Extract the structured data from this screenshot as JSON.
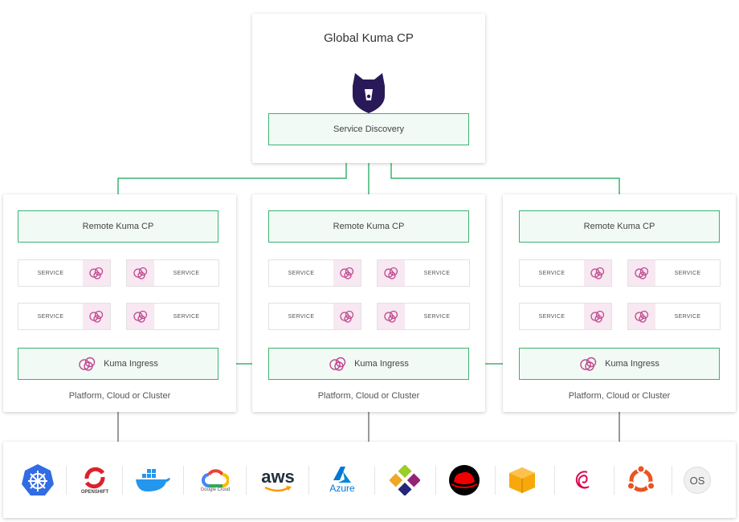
{
  "global": {
    "title": "Global Kuma CP",
    "service_discovery": "Service Discovery"
  },
  "zones": [
    {
      "remote_cp": "Remote Kuma CP",
      "services": [
        "SERVICE",
        "SERVICE",
        "SERVICE",
        "SERVICE"
      ],
      "ingress": "Kuma Ingress",
      "footer": "Platform, Cloud or Cluster"
    },
    {
      "remote_cp": "Remote Kuma CP",
      "services": [
        "SERVICE",
        "SERVICE",
        "SERVICE",
        "SERVICE"
      ],
      "ingress": "Kuma Ingress",
      "footer": "Platform, Cloud or Cluster"
    },
    {
      "remote_cp": "Remote Kuma CP",
      "services": [
        "SERVICE",
        "SERVICE",
        "SERVICE",
        "SERVICE"
      ],
      "ingress": "Kuma Ingress",
      "footer": "Platform, Cloud or Cluster"
    }
  ],
  "platforms": [
    {
      "icon": "kubernetes-icon"
    },
    {
      "icon": "openshift-icon",
      "label": "OPENSHIFT"
    },
    {
      "icon": "docker-icon"
    },
    {
      "icon": "google-cloud-icon",
      "label": "Google Cloud"
    },
    {
      "icon": "aws-icon",
      "label": "aws"
    },
    {
      "icon": "azure-icon",
      "label": "Azure"
    },
    {
      "icon": "centos-icon"
    },
    {
      "icon": "redhat-icon"
    },
    {
      "icon": "amazon-linux-icon"
    },
    {
      "icon": "debian-icon"
    },
    {
      "icon": "ubuntu-icon"
    },
    {
      "icon": "macos-icon",
      "label": "OS"
    }
  ],
  "colors": {
    "accent_green": "#3cb371",
    "kuma_purple": "#2a1959",
    "mesh_icon_pink": "#c0478f"
  }
}
